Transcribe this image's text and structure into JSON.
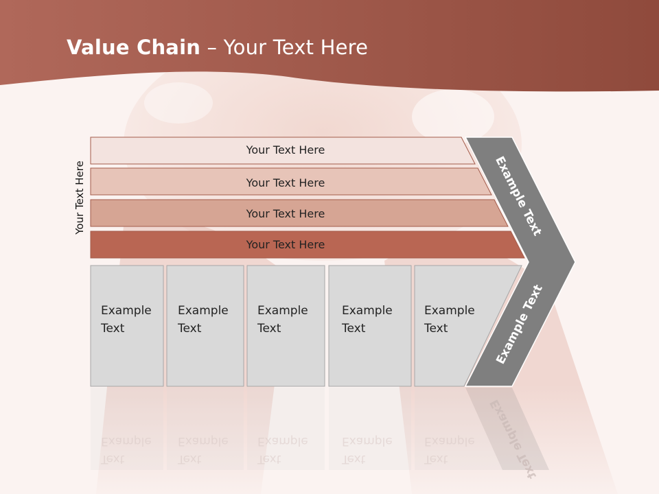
{
  "slide": {
    "title_bold": "Value Chain",
    "title_rest": " – Your Text Here",
    "side_label": "Your Text Here",
    "bands": [
      {
        "label": "Your Text Here",
        "color": "#f3e3df"
      },
      {
        "label": "Your Text Here",
        "color": "#e7c4b8"
      },
      {
        "label": "Your Text Here",
        "color": "#d6a594"
      },
      {
        "label": "Your Text Here",
        "color": "#b96653"
      }
    ],
    "boxes": [
      {
        "line1": "Example",
        "line2": "Text"
      },
      {
        "line1": "Example",
        "line2": "Text"
      },
      {
        "line1": "Example",
        "line2": "Text"
      },
      {
        "line1": "Example",
        "line2": "Text"
      },
      {
        "line1": "Example",
        "line2": "Text"
      }
    ],
    "chevron_upper": "Example Text",
    "chevron_lower": "Example Text"
  },
  "colors": {
    "header": "#a35b4a",
    "box_fill": "#d9d9d9",
    "chevron_fill": "#7f7f7f"
  }
}
